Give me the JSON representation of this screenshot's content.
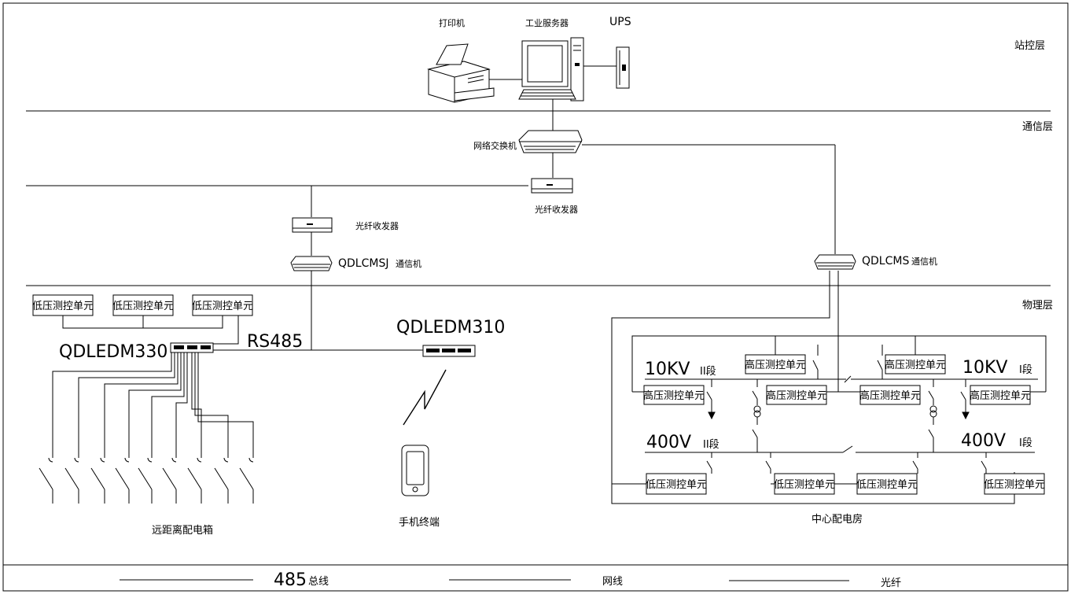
{
  "station": {
    "printer_label": "打印机",
    "server_label": "工业服务器",
    "ups_label": "UPS"
  },
  "layers": {
    "station": "站控层",
    "comm": "通信层",
    "physical": "物理层"
  },
  "network": {
    "switch_label": "网络交换机",
    "fiber_center_label": "光纤收发器",
    "fiber_left_label": "光纤收发器",
    "comm_left_model": "QDLCMSJ",
    "comm_left_suffix": "通信机",
    "comm_right_model": "QDLCMS",
    "comm_right_suffix": "通信机"
  },
  "remote": {
    "units": [
      "低压测控单元",
      "低压测控单元",
      "低压测控单元"
    ],
    "model": "QDLEDM330",
    "bus": "RS485",
    "box_label": "远距离配电箱"
  },
  "mobile": {
    "model": "QDLEDM310",
    "terminal_label": "手机终端"
  },
  "center": {
    "kv2": "10KV",
    "kv2_seg": "II段",
    "kv1": "10KV",
    "kv1_seg": "I段",
    "v2": "400V",
    "v2_seg": "II段",
    "v1": "400V",
    "v1_seg": "I段",
    "hv_units_top": [
      "高压测控单元",
      "高压测控单元"
    ],
    "hv_units_mid": [
      "高压测控单元",
      "高压测控单元",
      "高压测控单元",
      "高压测控单元"
    ],
    "lv_units": [
      "低压测控单元",
      "低压测控单元",
      "低压测控单元",
      "低压测控单元"
    ],
    "room_label": "中心配电房"
  },
  "legend": {
    "bus485_num": "485",
    "bus485_text": "总线",
    "network": "网线",
    "fiber": "光纤"
  }
}
